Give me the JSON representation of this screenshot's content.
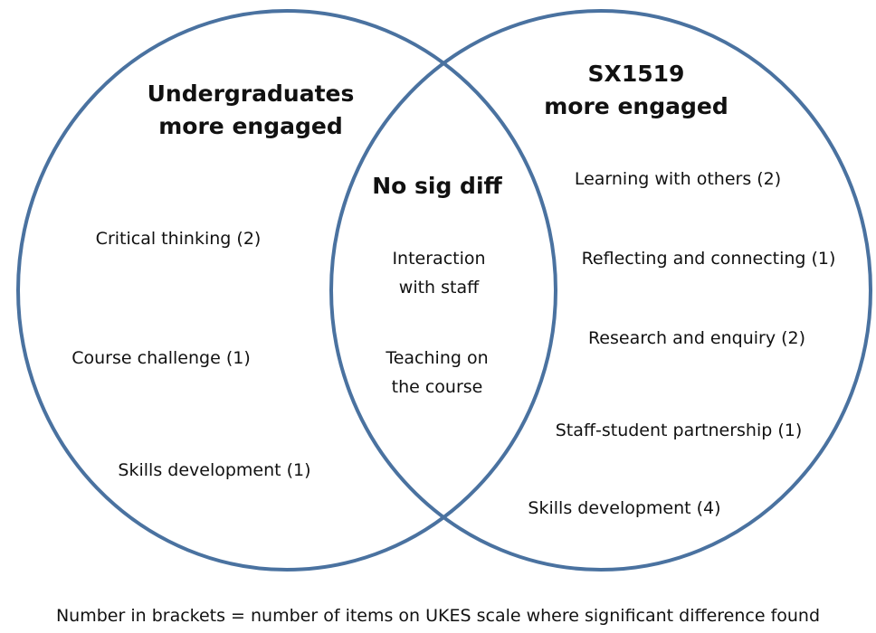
{
  "circle_color": "#4a72a0",
  "left": {
    "title": [
      "Undergraduates",
      "more engaged"
    ],
    "items": [
      "Critical thinking (2)",
      "Course challenge (1)",
      "Skills development (1)"
    ]
  },
  "middle": {
    "title": "No sig diff",
    "items": [
      [
        "Interaction",
        "with staff"
      ],
      [
        "Teaching on",
        "the course"
      ]
    ]
  },
  "right": {
    "title": [
      "SX1519",
      "more engaged"
    ],
    "items": [
      "Learning with others (2)",
      "Reflecting and connecting (1)",
      "Research and enquiry (2)",
      "Staff-student partnership (1)",
      "Skills development (4)"
    ]
  },
  "footnote": "Number in brackets = number of items on UKES scale where significant difference found"
}
